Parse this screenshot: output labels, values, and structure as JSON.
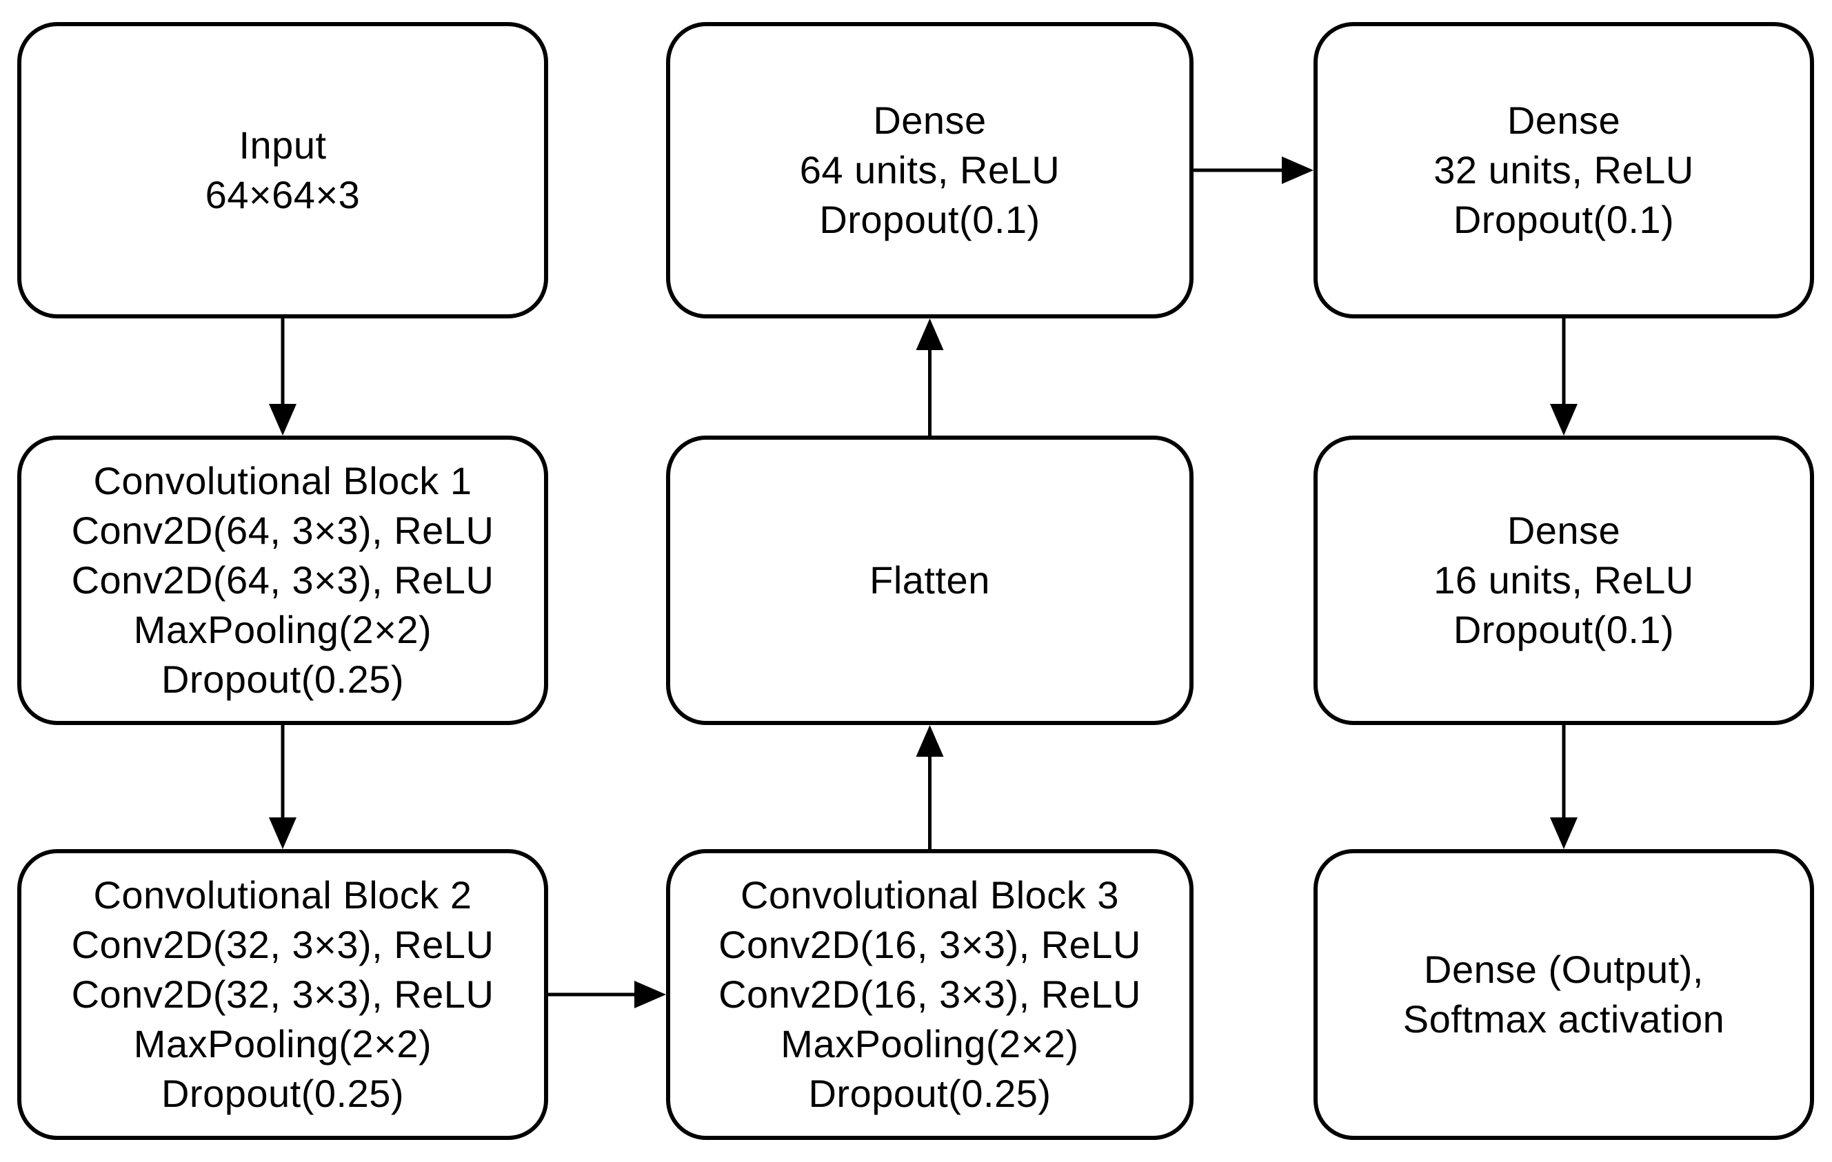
{
  "diagram": {
    "type": "flowchart",
    "description_nodes": "CNN model architecture blocks",
    "nodes": {
      "input": {
        "lines": [
          "Input",
          "64×64×3"
        ]
      },
      "conv1": {
        "lines": [
          "Convolutional Block 1",
          "Conv2D(64, 3×3), ReLU",
          "Conv2D(64, 3×3), ReLU",
          "MaxPooling(2×2)",
          "Dropout(0.25)"
        ]
      },
      "conv2": {
        "lines": [
          "Convolutional Block 2",
          "Conv2D(32, 3×3), ReLU",
          "Conv2D(32, 3×3), ReLU",
          "MaxPooling(2×2)",
          "Dropout(0.25)"
        ]
      },
      "conv3": {
        "lines": [
          "Convolutional Block 3",
          "Conv2D(16, 3×3), ReLU",
          "Conv2D(16, 3×3), ReLU",
          "MaxPooling(2×2)",
          "Dropout(0.25)"
        ]
      },
      "flatten": {
        "lines": [
          "Flatten"
        ]
      },
      "dense64": {
        "lines": [
          "Dense",
          "64 units, ReLU",
          "Dropout(0.1)"
        ]
      },
      "dense32": {
        "lines": [
          "Dense",
          "32 units, ReLU",
          "Dropout(0.1)"
        ]
      },
      "dense16": {
        "lines": [
          "Dense",
          "16 units, ReLU",
          "Dropout(0.1)"
        ]
      },
      "output": {
        "lines": [
          "Dense (Output),",
          "Softmax activation"
        ]
      }
    },
    "edges": [
      {
        "from": "input",
        "to": "conv1",
        "direction": "down"
      },
      {
        "from": "conv1",
        "to": "conv2",
        "direction": "down"
      },
      {
        "from": "conv2",
        "to": "conv3",
        "direction": "right"
      },
      {
        "from": "conv3",
        "to": "flatten",
        "direction": "up"
      },
      {
        "from": "flatten",
        "to": "dense64",
        "direction": "up"
      },
      {
        "from": "dense64",
        "to": "dense32",
        "direction": "right"
      },
      {
        "from": "dense32",
        "to": "dense16",
        "direction": "down"
      },
      {
        "from": "dense16",
        "to": "output",
        "direction": "down"
      }
    ],
    "colors": {
      "background": "#ffffff",
      "box_fill": "#ffffff",
      "box_border": "#000000",
      "arrow": "#000000",
      "text": "#000000"
    }
  }
}
